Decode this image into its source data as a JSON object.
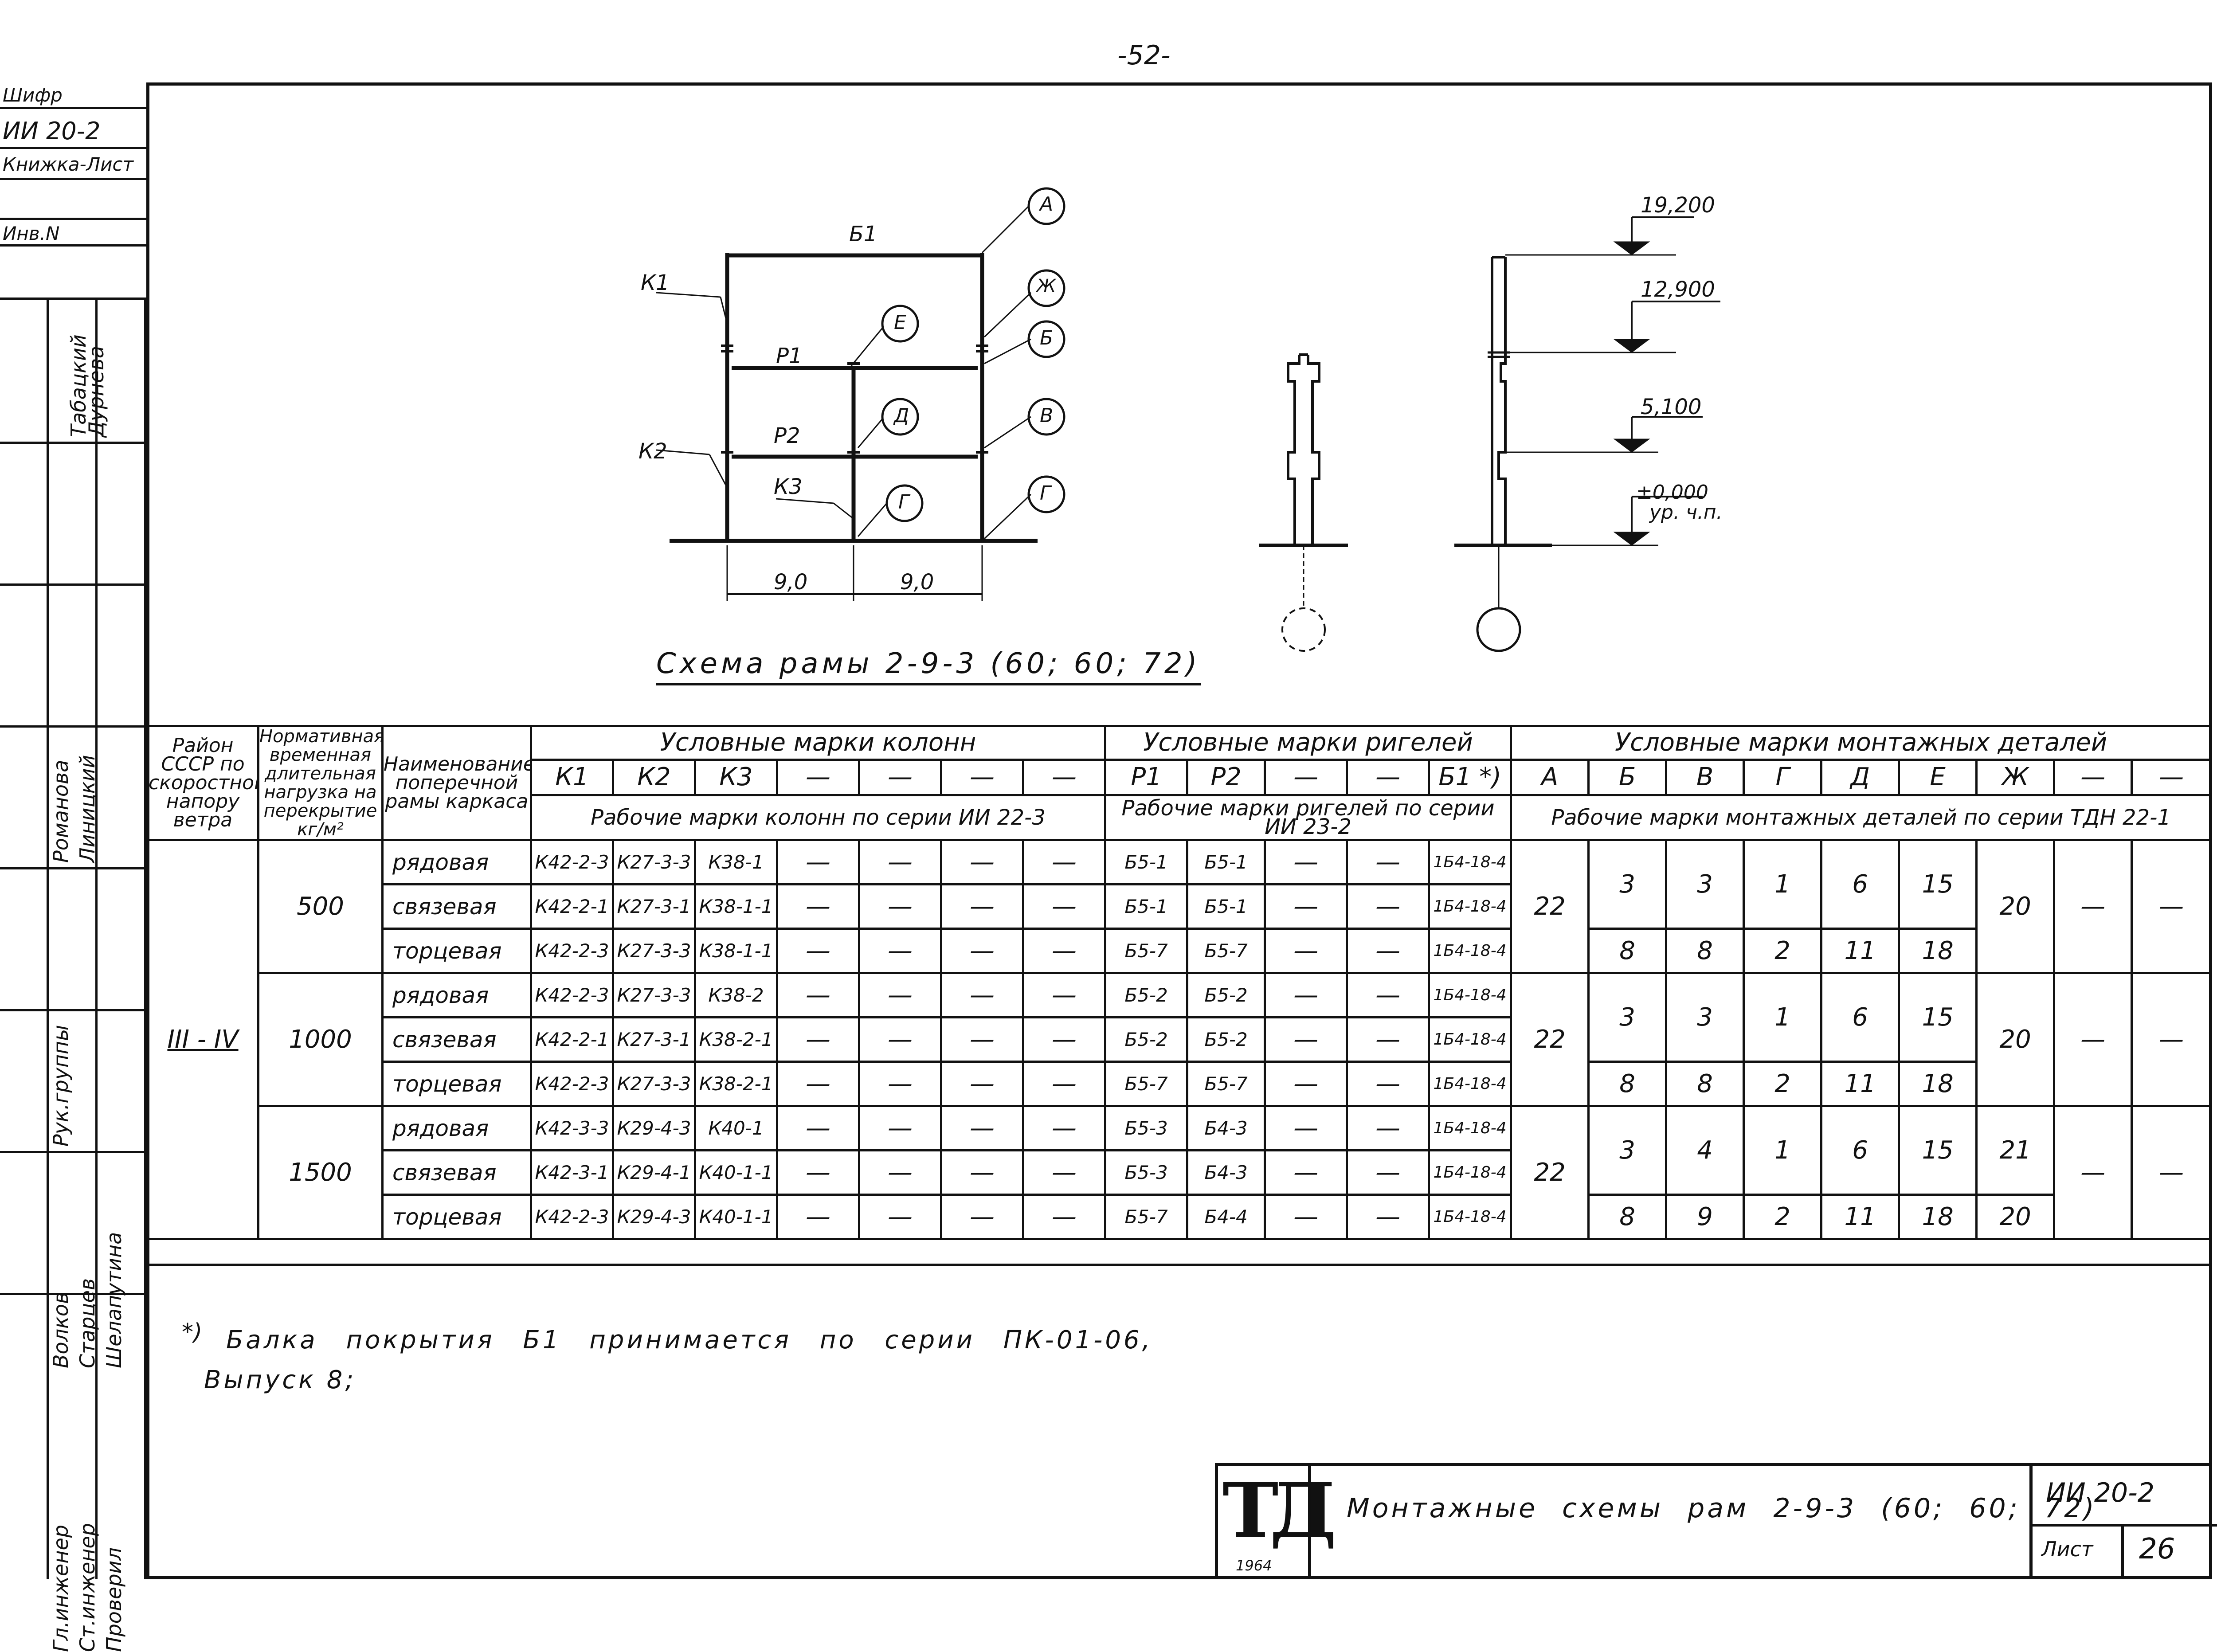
{
  "page_number": "-52-",
  "left_strip": {
    "top_labels": [
      "Шифр",
      "ИИ 20-2",
      "Книжка-Лист",
      "Инв.N"
    ],
    "signers": [
      {
        "role": "Гл.инженер",
        "name": "Табацкий"
      },
      {
        "role": "Ст.инженер",
        "name": "Дурнева"
      },
      {
        "role": "Рук.гр.",
        "name": "Романова"
      },
      {
        "role": "Рук.гр.",
        "name": "Линицкий"
      },
      {
        "role": "Рук.группы",
        "name": "Волков"
      },
      {
        "role": "Рук.группы",
        "name": "Старцев"
      },
      {
        "role": "Проверил",
        "name": "Шелапутина"
      }
    ]
  },
  "scheme": {
    "caption": "Схема рамы 2-9-3 (60; 60; 72)",
    "labels": {
      "b1": "Б1",
      "k1": "К1",
      "k2": "К2",
      "k3": "К3",
      "r1": "Р1",
      "r2": "Р2",
      "dim1": "9,0",
      "dim2": "9,0",
      "axis_a": "А",
      "axis_zh": "Ж",
      "axis_b": "Б",
      "axis_v": "В",
      "axis_g": "Г",
      "axis_e": "Е",
      "axis_d": "Д",
      "axis_g2": "Г"
    },
    "elevations": [
      "19,200",
      "12,900",
      "5,100",
      "±0,000",
      "ур. ч.п."
    ]
  },
  "table": {
    "header": {
      "region": "Район СССР по скоростному напору ветра",
      "load": "Нормативная временная длительная нагрузка на перекрытие кг/м²",
      "name": "Наименование поперечной рамы каркаса",
      "col_marks_title": "Условные марки колонн",
      "col_marks": [
        "К1",
        "К2",
        "К3",
        "—",
        "—",
        "—",
        "—"
      ],
      "col_work": "Рабочие марки колонн по серии ИИ 22-3",
      "rig_marks_title": "Условные марки ригелей",
      "rig_marks": [
        "Р1",
        "Р2",
        "—",
        "—",
        "Б1 *)"
      ],
      "rig_work": "Рабочие марки ригелей по серии ИИ 23-2",
      "det_marks_title": "Условные марки монтажных деталей",
      "det_marks": [
        "А",
        "Б",
        "В",
        "Г",
        "Д",
        "Е",
        "Ж",
        "—",
        "—"
      ],
      "det_work": "Рабочие марки монтажных деталей по серии ТДН 22-1"
    },
    "region_value": "III - IV",
    "groups": [
      {
        "load": "500",
        "rows": [
          {
            "name": "рядовая",
            "k": [
              "К42-2-3",
              "К27-3-3",
              "К38-1"
            ],
            "r": [
              "Б5-1",
              "Б5-1"
            ],
            "b1": "1Б4-18-4"
          },
          {
            "name": "связевая",
            "k": [
              "К42-2-1",
              "К27-3-1",
              "К38-1-1"
            ],
            "r": [
              "Б5-1",
              "Б5-1"
            ],
            "b1": "1Б4-18-4"
          },
          {
            "name": "торцевая",
            "k": [
              "К42-2-3",
              "К27-3-3",
              "К38-1-1"
            ],
            "r": [
              "Б5-7",
              "Б5-7"
            ],
            "b1": "1Б4-18-4"
          }
        ],
        "det_a": "22",
        "det_top": [
          "3",
          "3",
          "1",
          "6",
          "15"
        ],
        "det_bot": [
          "8",
          "8",
          "2",
          "11",
          "18"
        ],
        "det_zh_top": "20",
        "det_zh_bot": ""
      },
      {
        "load": "1000",
        "rows": [
          {
            "name": "рядовая",
            "k": [
              "К42-2-3",
              "К27-3-3",
              "К38-2"
            ],
            "r": [
              "Б5-2",
              "Б5-2"
            ],
            "b1": "1Б4-18-4"
          },
          {
            "name": "связевая",
            "k": [
              "К42-2-1",
              "К27-3-1",
              "К38-2-1"
            ],
            "r": [
              "Б5-2",
              "Б5-2"
            ],
            "b1": "1Б4-18-4"
          },
          {
            "name": "торцевая",
            "k": [
              "К42-2-3",
              "К27-3-3",
              "К38-2-1"
            ],
            "r": [
              "Б5-7",
              "Б5-7"
            ],
            "b1": "1Б4-18-4"
          }
        ],
        "det_a": "22",
        "det_top": [
          "3",
          "3",
          "1",
          "6",
          "15"
        ],
        "det_bot": [
          "8",
          "8",
          "2",
          "11",
          "18"
        ],
        "det_zh_top": "20",
        "det_zh_bot": ""
      },
      {
        "load": "1500",
        "rows": [
          {
            "name": "рядовая",
            "k": [
              "К42-3-3",
              "К29-4-3",
              "К40-1"
            ],
            "r": [
              "Б5-3",
              "Б4-3"
            ],
            "b1": "1Б4-18-4"
          },
          {
            "name": "связевая",
            "k": [
              "К42-3-1",
              "К29-4-1",
              "К40-1-1"
            ],
            "r": [
              "Б5-3",
              "Б4-3"
            ],
            "b1": "1Б4-18-4"
          },
          {
            "name": "торцевая",
            "k": [
              "К42-2-3",
              "К29-4-3",
              "К40-1-1"
            ],
            "r": [
              "Б5-7",
              "Б4-4"
            ],
            "b1": "1Б4-18-4"
          }
        ],
        "det_a": "22",
        "det_top": [
          "3",
          "4",
          "1",
          "6",
          "15"
        ],
        "det_bot": [
          "8",
          "9",
          "2",
          "11",
          "18"
        ],
        "det_zh_top": "21",
        "det_zh_bot": "20"
      }
    ],
    "dash": "—"
  },
  "footnote": {
    "mark": "*)",
    "line1": "Балка покрытия Б1 принимается по серии ПК-01-06,",
    "line2": "Выпуск 8;"
  },
  "title_block": {
    "logo": "ТД",
    "year": "1964",
    "title": "Монтажные схемы рам 2-9-3 (60; 60; 72)",
    "code": "ИИ 20-2",
    "sheet_label": "Лист",
    "sheet_no": "26"
  }
}
